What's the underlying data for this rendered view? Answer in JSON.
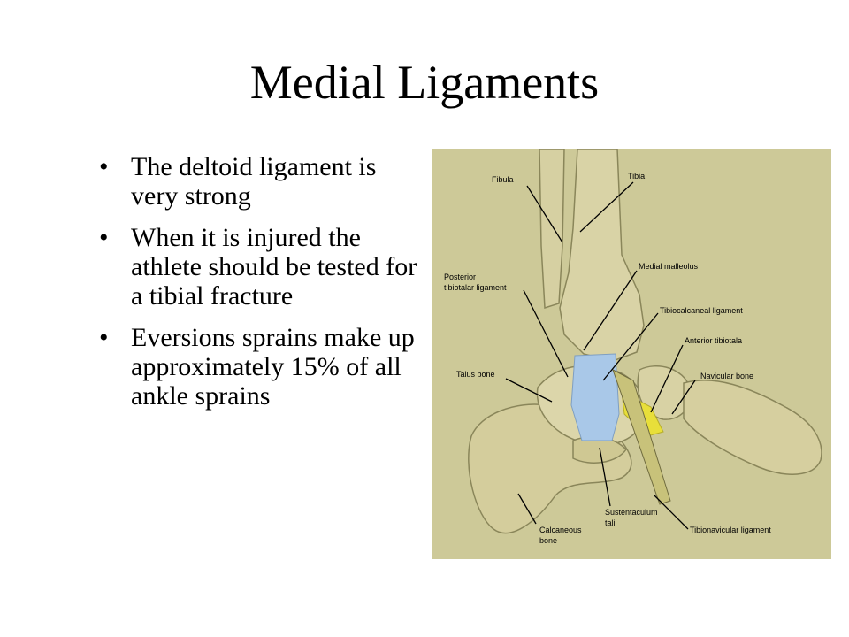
{
  "title": "Medial Ligaments",
  "bullets": [
    {
      "text": "The deltoid ligament is very strong"
    },
    {
      "text": "When it is injured the athlete should be tested for a tibial fracture"
    },
    {
      "text": "Eversions sprains make up approximately 15% of all ankle sprains"
    }
  ],
  "figure": {
    "labels": {
      "fibula": "Fibula",
      "tibia": "Tibia",
      "medial_malleolus": "Medial malleolus",
      "posterior_1": "Posterior",
      "posterior_2": "tibiotalar ligament",
      "tibiocalcaneal": "Tibiocalcaneal ligament",
      "anterior_tibiotalar": "Anterior tibiotala",
      "talus": "Talus bone",
      "navicular": "Navicular bone",
      "calcaneous_1": "Calcaneous",
      "calcaneous_2": "bone",
      "sustentaculum_1": "Sustentaculum",
      "sustentaculum_2": "tali",
      "tibionavicular": "Tibionavicular ligament"
    },
    "colors": {
      "background": "#cdc998",
      "bone": "#d9d3a6",
      "bone_shadow": "#9e9a6a",
      "ligament_blue": "#a9c8e8",
      "ligament_yellow": "#e8df3a"
    }
  }
}
